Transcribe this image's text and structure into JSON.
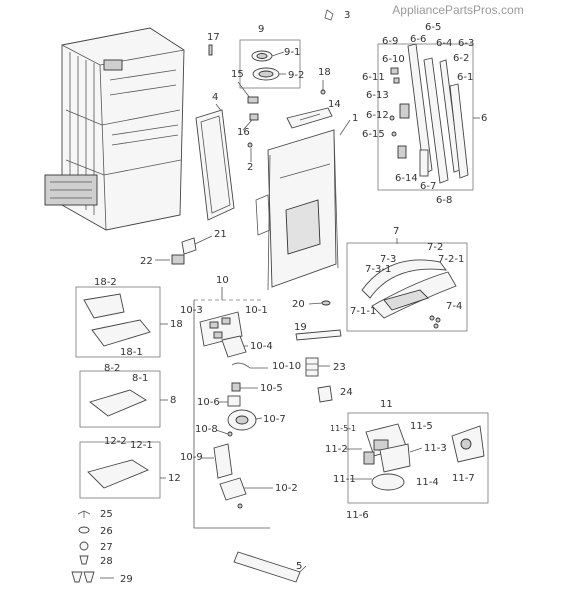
{
  "watermark": "AppliancePartsPros.com",
  "callouts": {
    "c3": "3",
    "c17": "17",
    "c9": "9",
    "c9_1": "9-1",
    "c9_2": "9-2",
    "c15": "15",
    "c18": "18",
    "c4": "4",
    "c14": "14",
    "c16": "16",
    "c1": "1",
    "c2": "2",
    "c21": "21",
    "c22": "22",
    "c6_5": "6-5",
    "c6_9": "6-9",
    "c6_6": "6-6",
    "c6_4": "6-4",
    "c6_3": "6-3",
    "c6_10": "6-10",
    "c6_2": "6-2",
    "c6_11": "6-11",
    "c6_1": "6-1",
    "c6_13": "6-13",
    "c6_12": "6-12",
    "c6": "6",
    "c6_15": "6-15",
    "c6_14": "6-14",
    "c6_7": "6-7",
    "c6_8": "6-8",
    "c7": "7",
    "c7_2": "7-2",
    "c7_3": "7-3",
    "c7_2_1": "7-2-1",
    "c7_3_1": "7-3-1",
    "c7_1_1": "7-1-1",
    "c7_4": "7-4",
    "c10": "10",
    "c20": "20",
    "c10_3": "10-3",
    "c10_1": "10-1",
    "c18_2": "18-2",
    "c18_1": "18-1",
    "c19": "19",
    "c10_4": "10-4",
    "c10_10": "10-10",
    "c23": "23",
    "c8_2": "8-2",
    "c8_1": "8-1",
    "c8": "8",
    "c10_5": "10-5",
    "c24": "24",
    "c10_6": "10-6",
    "c10_7": "10-7",
    "c10_8": "10-8",
    "c11": "11",
    "c11_5": "11-5",
    "c11_5_1": "11-5-1",
    "c11_2": "11-2",
    "c11_3": "11-3",
    "c11_7": "11-7",
    "c11_1": "11-1",
    "c11_4": "11-4",
    "c11_6": "11-6",
    "c12_2": "12-2",
    "c12_1": "12-1",
    "c12": "12",
    "c10_9": "10-9",
    "c10_2": "10-2",
    "c25": "25",
    "c26": "26",
    "c27": "27",
    "c28": "28",
    "c29": "29",
    "c5": "5"
  }
}
